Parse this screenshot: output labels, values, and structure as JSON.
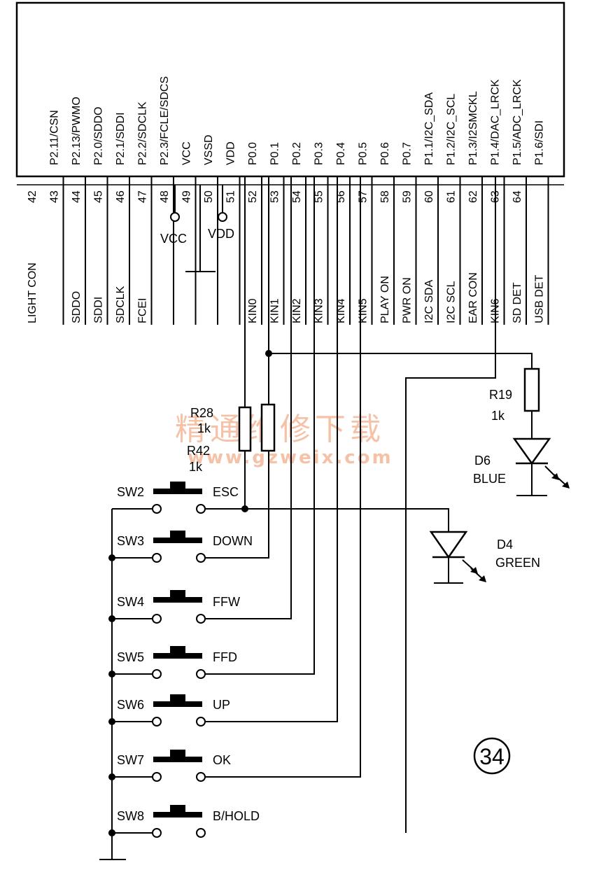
{
  "chip": {
    "pins": [
      {
        "num": "42",
        "name": "",
        "net": "LIGHT CON"
      },
      {
        "num": "43",
        "name": "P2.11/CSN",
        "net": ""
      },
      {
        "num": "44",
        "name": "P2.13/PWMO",
        "net": "SDDO"
      },
      {
        "num": "45",
        "name": "P2.0/SDDO",
        "net": "SDDI"
      },
      {
        "num": "46",
        "name": "P2.1/SDDI",
        "net": "SDCLK"
      },
      {
        "num": "47",
        "name": "P2.2/SDCLK",
        "net": "FCEI"
      },
      {
        "num": "48",
        "name": "P2.3/FCLE/SDCS",
        "net": ""
      },
      {
        "num": "49",
        "name": "VCC",
        "net": ""
      },
      {
        "num": "50",
        "name": "VSSD",
        "net": ""
      },
      {
        "num": "51",
        "name": "VDD",
        "net": ""
      },
      {
        "num": "52",
        "name": "P0.0",
        "net": "KIN0"
      },
      {
        "num": "53",
        "name": "P0.1",
        "net": "KIN1"
      },
      {
        "num": "54",
        "name": "P0.2",
        "net": "KIN2"
      },
      {
        "num": "55",
        "name": "P0.3",
        "net": "KIN3"
      },
      {
        "num": "56",
        "name": "P0.4",
        "net": "KIN4"
      },
      {
        "num": "57",
        "name": "P0.5",
        "net": "KIN5"
      },
      {
        "num": "58",
        "name": "P0.6",
        "net": "PLAY ON"
      },
      {
        "num": "59",
        "name": "P0.7",
        "net": "PWR ON"
      },
      {
        "num": "60",
        "name": "P1.1/I2C_SDA",
        "net": "I2C SDA"
      },
      {
        "num": "61",
        "name": "P1.2/I2C_SCL",
        "net": "I2C SCL"
      },
      {
        "num": "62",
        "name": "P1.3/I2SMCKL",
        "net": "EAR CON"
      },
      {
        "num": "63",
        "name": "P1.4/DAC_LRCK",
        "net": "KIN6"
      },
      {
        "num": "64",
        "name": "P1.5/ADC_LRCK",
        "net": "SD DET"
      },
      {
        "num": "",
        "name": "P1.6/SDI",
        "net": "USB DET"
      }
    ],
    "vcc_label": "VCC",
    "vdd_label": "VDD"
  },
  "components": {
    "r28": {
      "ref": "R28",
      "value": "1k"
    },
    "r42": {
      "ref": "R42",
      "value": "1k"
    },
    "r19": {
      "ref": "R19",
      "value": "1k"
    },
    "d6": {
      "ref": "D6",
      "color": "BLUE"
    },
    "d4": {
      "ref": "D4",
      "color": "GREEN"
    }
  },
  "switches": [
    {
      "ref": "SW2",
      "func": "ESC"
    },
    {
      "ref": "SW3",
      "func": "DOWN"
    },
    {
      "ref": "SW4",
      "func": "FFW"
    },
    {
      "ref": "SW5",
      "func": "FFD"
    },
    {
      "ref": "SW6",
      "func": "UP"
    },
    {
      "ref": "SW7",
      "func": "OK"
    },
    {
      "ref": "SW8",
      "func": "B/HOLD"
    }
  ],
  "watermark": {
    "cn": "精通维修下载",
    "url": "www.gzweix.com"
  },
  "figure_number": "34"
}
